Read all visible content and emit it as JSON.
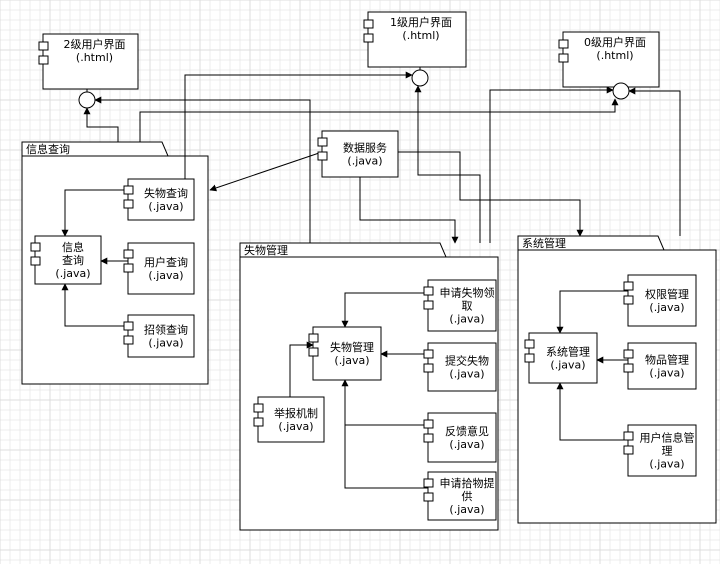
{
  "colors": {
    "line": "#000000",
    "grid": "#d9d9d9",
    "background": "#ffffff"
  },
  "interfaces": [
    {
      "id": "if2",
      "lines": [
        "2级用户界面",
        "(.html)"
      ]
    },
    {
      "id": "if1",
      "lines": [
        "1级用户界面",
        "(.html)"
      ]
    },
    {
      "id": "if0",
      "lines": [
        "0级用户界面",
        "(.html)"
      ]
    }
  ],
  "packages": [
    {
      "id": "pkg_info",
      "label": "信息查询"
    },
    {
      "id": "pkg_lost",
      "label": "失物管理"
    },
    {
      "id": "pkg_sys",
      "label": "系统管理"
    }
  ],
  "components": [
    {
      "id": "data",
      "lines": [
        "数据服务",
        "(.java)"
      ]
    },
    {
      "id": "q_lost",
      "lines": [
        "失物查询",
        "(.java)"
      ]
    },
    {
      "id": "q_info",
      "lines": [
        "信息",
        "查询",
        "(.java)"
      ]
    },
    {
      "id": "q_user",
      "lines": [
        "用户查询",
        "(.java)"
      ]
    },
    {
      "id": "q_claim",
      "lines": [
        "招领查询",
        "(.java)"
      ]
    },
    {
      "id": "lost_mgr",
      "lines": [
        "失物管理",
        "(.java)"
      ]
    },
    {
      "id": "apply_claim",
      "lines": [
        "申请失物领",
        "取",
        "(.java)"
      ]
    },
    {
      "id": "submit_lost",
      "lines": [
        "提交失物",
        "(.java)"
      ]
    },
    {
      "id": "report",
      "lines": [
        "举报机制",
        "(.java)"
      ]
    },
    {
      "id": "feedback",
      "lines": [
        "反馈意见",
        "(.java)"
      ]
    },
    {
      "id": "apply_pickup",
      "lines": [
        "申请拾物提",
        "供",
        "(.java)"
      ]
    },
    {
      "id": "sys_mgr",
      "lines": [
        "系统管理",
        "(.java)"
      ]
    },
    {
      "id": "perm_mgr",
      "lines": [
        "权限管理",
        "(.java)"
      ]
    },
    {
      "id": "item_mgr",
      "lines": [
        "物品管理",
        "(.java)"
      ]
    },
    {
      "id": "userinfo_mgr",
      "lines": [
        "用户信息管",
        "理",
        "(.java)"
      ]
    }
  ]
}
